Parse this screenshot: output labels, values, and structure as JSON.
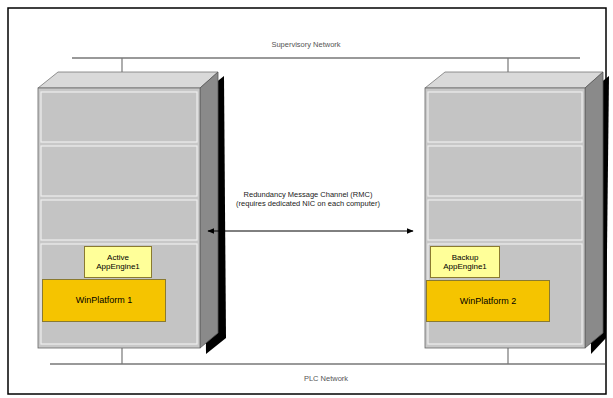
{
  "diagram": {
    "nodes": [
      {
        "text": [
          "Active AppEngine1"
        ]
      },
      {
        "text": [
          "WinPlatform 1"
        ]
      },
      {
        "text": [
          "Backup AppEngine1"
        ]
      },
      {
        "text": [
          "WinPlatform 2"
        ]
      }
    ],
    "labels": [
      "Supervisory Network",
      "Redundancy Message Channel (RMC) (requires dedicated NIC on each computer)",
      "PLC Network"
    ]
  }
}
